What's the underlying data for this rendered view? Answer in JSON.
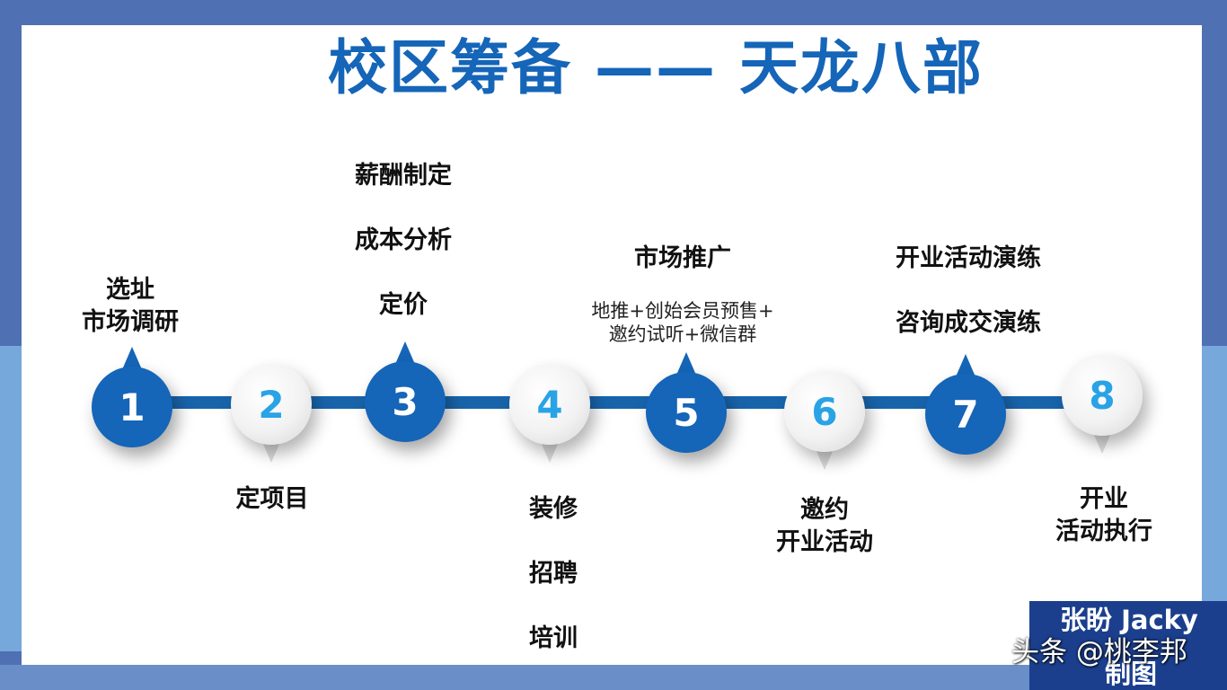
{
  "title": "校区筹备  —— 天龙八部",
  "steps": [
    {
      "number": "1",
      "labels": [
        "选址",
        "市场调研"
      ]
    },
    {
      "number": "2",
      "labels": [
        "定项目"
      ]
    },
    {
      "number": "3",
      "labels": [
        "薪酬制定",
        "成本分析",
        "定价"
      ]
    },
    {
      "number": "4",
      "labels": [
        "装修",
        "招聘",
        "培训"
      ]
    },
    {
      "number": "5",
      "labels": [
        "市场推广"
      ],
      "detail": [
        "地推+创始会员预售+",
        "邀约试听+微信群"
      ]
    },
    {
      "number": "6",
      "labels": [
        "邀约",
        "开业活动"
      ]
    },
    {
      "number": "7",
      "labels": [
        "开业活动演练",
        "咨询成交演练"
      ]
    },
    {
      "number": "8",
      "labels": [
        "开业",
        "活动执行"
      ]
    }
  ],
  "credit": {
    "name": "张盼 Jacky",
    "sub": "制图"
  },
  "watermark": "头条 @桃李邦",
  "colors": {
    "primary_blue": "#1565b8",
    "light_blue_number": "#29a3e6",
    "frame": "#4f70b3",
    "credit_bg": "#1b3f8d"
  }
}
